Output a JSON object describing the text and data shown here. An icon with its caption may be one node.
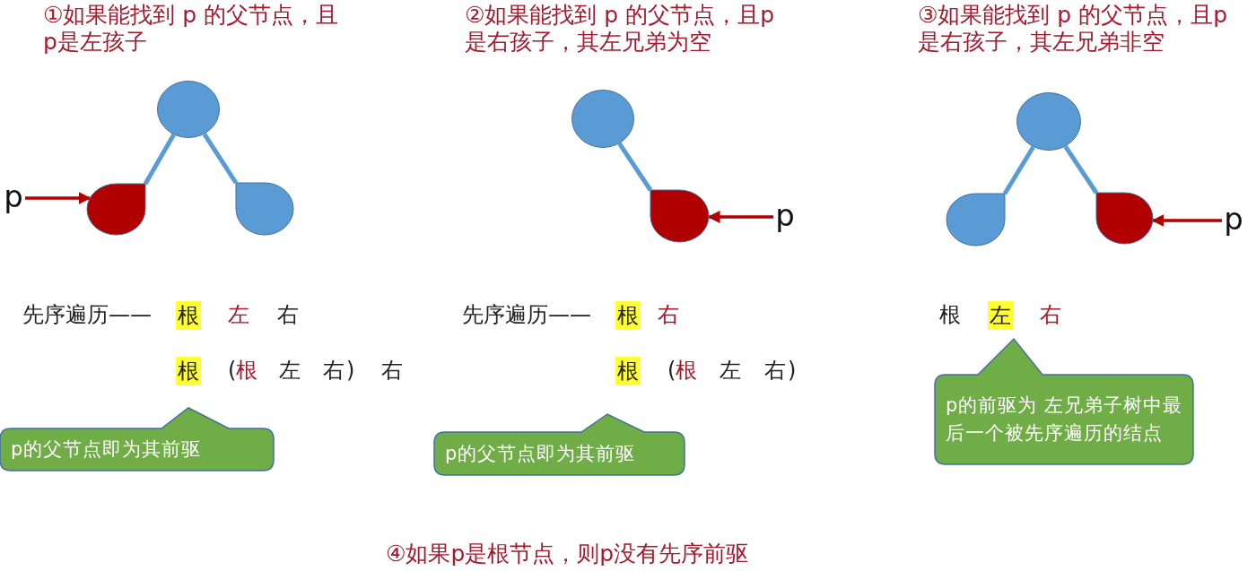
{
  "diagram": {
    "nodes": [
      {
        "text": [],
        "shape": "circle"
      },
      {
        "text": [],
        "shape": "drop"
      },
      {
        "text": [],
        "shape": "drop"
      },
      {
        "text": [
          "p"
        ]
      },
      {
        "text": [
          "p的父节点即为其前驱"
        ]
      },
      {
        "text": [],
        "shape": "circle"
      },
      {
        "text": [],
        "shape": "drop"
      },
      {
        "text": [
          "p"
        ]
      },
      {
        "text": [
          "p的父节点即为其前驱"
        ]
      },
      {
        "text": [],
        "shape": "circle"
      },
      {
        "text": [],
        "shape": "drop"
      },
      {
        "text": [],
        "shape": "drop"
      },
      {
        "text": [
          "p"
        ]
      },
      {
        "text": [
          "p的前驱为 左兄弟子树中最后一个被先序遍历的结点"
        ]
      }
    ],
    "edges": [
      {
        "from": 0,
        "to": 1,
        "arrow": "none"
      },
      {
        "from": 0,
        "to": 2,
        "arrow": "none"
      },
      {
        "from": 3,
        "to": 1,
        "arrow": "to",
        "color": "#b00000"
      },
      {
        "from": 5,
        "to": 6,
        "arrow": "none"
      },
      {
        "from": 7,
        "to": 6,
        "arrow": "to",
        "color": "#b00000"
      },
      {
        "from": 9,
        "to": 10,
        "arrow": "none"
      },
      {
        "from": 9,
        "to": 11,
        "arrow": "none"
      },
      {
        "from": 12,
        "to": 11,
        "arrow": "to",
        "color": "#b00000"
      }
    ],
    "labels": [
      "①如果能找到 p 的父节点，且p是左孩子",
      "②如果能找到 p 的父节点，且p是右孩子，其左兄弟为空",
      "③如果能找到 p 的父节点，且p是右孩子，其左兄弟非空",
      "先序遍历——",
      "根",
      "左",
      "右",
      "根",
      "(",
      "根",
      "左",
      "右",
      ")",
      "右",
      "先序遍历——",
      "根",
      "右",
      "根",
      "(",
      "根",
      "左",
      "右",
      ")",
      "根",
      "左",
      "右",
      "④如果p是根节点，则p没有先序前驱"
    ]
  }
}
